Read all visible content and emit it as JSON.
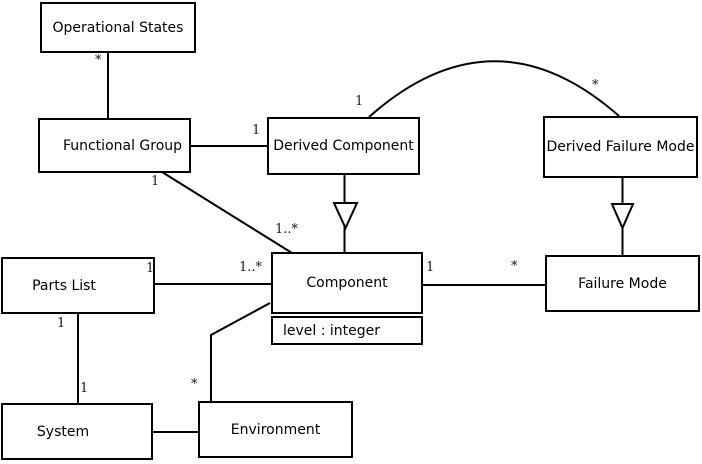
{
  "diagram": {
    "type": "uml-class-diagram",
    "background_color": "#ffffff",
    "line_color": "#000000",
    "text_color": "#000000",
    "nodes": [
      {
        "id": "operational-states",
        "label": "Operational States"
      },
      {
        "id": "functional-group",
        "label": "Functional Group"
      },
      {
        "id": "derived-component",
        "label": "Derived Component"
      },
      {
        "id": "derived-failure-mode",
        "label": "Derived Failure Mode"
      },
      {
        "id": "parts-list",
        "label": "Parts List"
      },
      {
        "id": "component",
        "label": "Component",
        "attributes": [
          "level : integer"
        ]
      },
      {
        "id": "failure-mode",
        "label": "Failure Mode"
      },
      {
        "id": "system",
        "label": "System"
      },
      {
        "id": "environment",
        "label": "Environment"
      }
    ],
    "edges": [
      {
        "id": "opstates-funcgroup",
        "source": "Operational States",
        "target": "Functional Group",
        "source_mult": "*",
        "type": "association"
      },
      {
        "id": "funcgroup-derivedcomp",
        "source": "Functional Group",
        "target": "Derived Component",
        "target_mult": "1",
        "type": "association"
      },
      {
        "id": "derivedcomp-derivedfm-arc",
        "source": "Derived Component",
        "target": "Derived Failure Mode",
        "source_mult": "1",
        "target_mult": "*",
        "type": "association",
        "shape": "arc"
      },
      {
        "id": "funcgroup-component",
        "source": "Functional Group",
        "target": "Component",
        "source_mult": "1",
        "target_mult": "1..*",
        "type": "association"
      },
      {
        "id": "derivedcomp-component",
        "source": "Derived Component",
        "target": "Component",
        "type": "generalization"
      },
      {
        "id": "derivedfm-failuremode",
        "source": "Derived Failure Mode",
        "target": "Failure Mode",
        "type": "generalization"
      },
      {
        "id": "partslist-component",
        "source": "Parts List",
        "target": "Component",
        "source_mult": "1",
        "target_mult": "1..*",
        "type": "association"
      },
      {
        "id": "component-failuremode",
        "source": "Component",
        "target": "Failure Mode",
        "source_mult": "1",
        "target_mult": "*",
        "type": "association"
      },
      {
        "id": "partslist-system",
        "source": "Parts List",
        "target": "System",
        "source_mult": "1",
        "target_mult": "1",
        "type": "association"
      },
      {
        "id": "system-environment",
        "source": "System",
        "target": "Environment",
        "type": "association"
      },
      {
        "id": "environment-component",
        "source": "Environment",
        "target": "Component",
        "source_mult": "*",
        "type": "association"
      }
    ]
  }
}
